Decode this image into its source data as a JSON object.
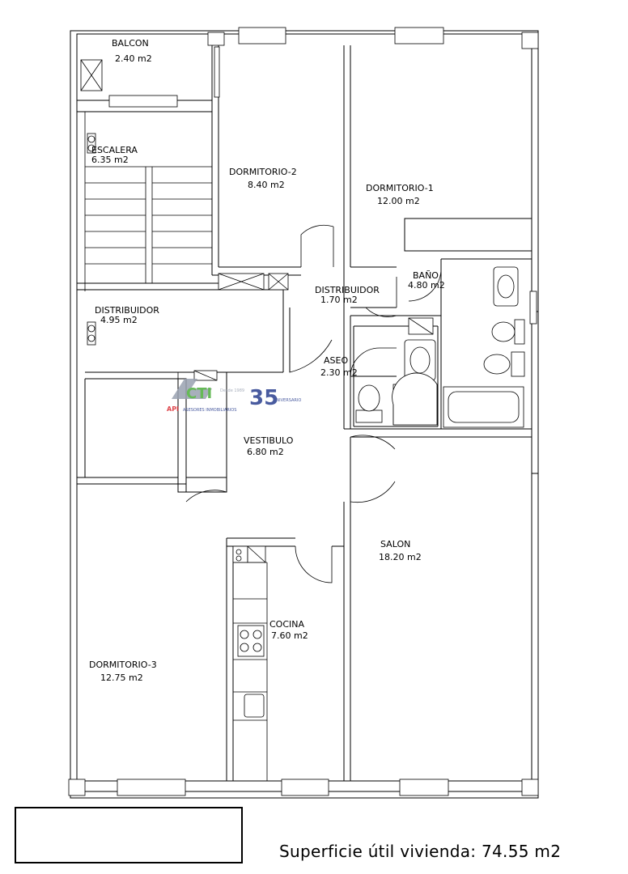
{
  "rooms": {
    "balcon": {
      "name": "BALCON",
      "area": "2.40 m2"
    },
    "escalera": {
      "name": "ESCALERA",
      "area": "6.35 m2"
    },
    "dormitorio2": {
      "name": "DORMITORIO-2",
      "area": "8.40 m2"
    },
    "dormitorio1": {
      "name": "DORMITORIO-1",
      "area": "12.00 m2"
    },
    "bano": {
      "name": "BAÑO",
      "area": "4.80 m2"
    },
    "distribuidor_center": {
      "name": "DISTRIBUIDOR",
      "area": "1.70 m2"
    },
    "distribuidor_left": {
      "name": "DISTRIBUIDOR",
      "area": "4.95 m2"
    },
    "aseo": {
      "name": "ASEO",
      "area": "2.30 m2"
    },
    "vestibulo": {
      "name": "VESTIBULO",
      "area": "6.80 m2"
    },
    "salon": {
      "name": "SALON",
      "area": "18.20 m2"
    },
    "cocina": {
      "name": "COCINA",
      "area": "7.60 m2"
    },
    "dormitorio3": {
      "name": "DORMITORIO-3",
      "area": "12.75 m2"
    }
  },
  "footer": {
    "surface_text": "Superficie útil vivienda:  74.55 m2"
  },
  "watermark": {
    "brand": "CTI",
    "tagline": "ASESORES INMOBILIARIOS",
    "api": "API",
    "anniversary_number": "35",
    "anniversary_text": "ANIVERSARIO",
    "since": "Desde 1989",
    "colors": {
      "blue": "#2a3f8f",
      "green": "#4caf3a",
      "red": "#d9272e",
      "gray": "#9aa2b1"
    }
  }
}
